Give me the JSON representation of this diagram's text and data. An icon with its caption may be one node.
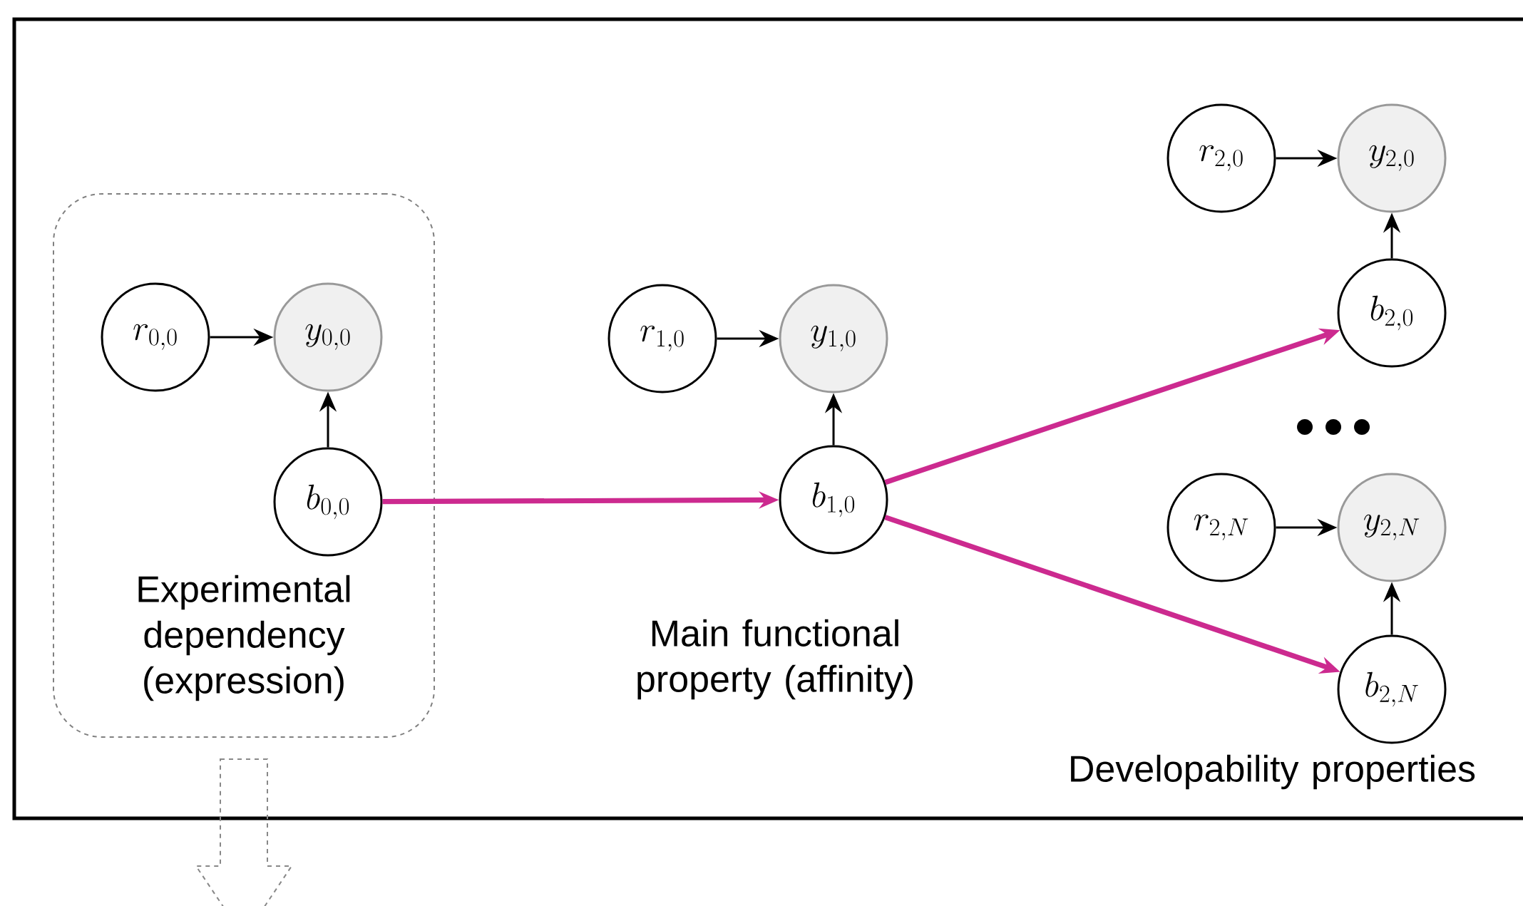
{
  "diagram": {
    "nodes": [
      {
        "text": [
          "Experimental dependency (expression)"
        ]
      },
      {
        "text": [
          "r_{0,0}"
        ],
        "in": 0
      },
      {
        "text": [
          "y_{0,0}"
        ],
        "in": 0
      },
      {
        "text": [
          "b_{0,0}"
        ],
        "in": 0
      },
      {
        "text": [
          "r_{1,0}"
        ]
      },
      {
        "text": [
          "y_{1,0}"
        ]
      },
      {
        "text": [
          "b_{1,0}"
        ]
      },
      {
        "text": [
          "r_{2,0}"
        ]
      },
      {
        "text": [
          "y_{2,0}"
        ]
      },
      {
        "text": [
          "b_{2,0}"
        ]
      },
      {
        "text": [
          "r_{2,N}"
        ]
      },
      {
        "text": [
          "y_{2,N}"
        ]
      },
      {
        "text": [
          "b_{2,N}"
        ]
      }
    ],
    "edges": [
      {
        "from": 1,
        "to": 2,
        "arrow": "to"
      },
      {
        "from": 3,
        "to": 2,
        "arrow": "to"
      },
      {
        "from": 3,
        "to": 6,
        "arrow": "to",
        "style": "thick",
        "color": "#cc2a8f"
      },
      {
        "from": 4,
        "to": 5,
        "arrow": "to"
      },
      {
        "from": 6,
        "to": 5,
        "arrow": "to"
      },
      {
        "from": 6,
        "to": 9,
        "arrow": "to",
        "style": "thick",
        "color": "#cc2a8f"
      },
      {
        "from": 6,
        "to": 12,
        "arrow": "to",
        "style": "thick",
        "color": "#cc2a8f"
      },
      {
        "from": 7,
        "to": 8,
        "arrow": "to"
      },
      {
        "from": 9,
        "to": 8,
        "arrow": "to"
      },
      {
        "from": 10,
        "to": 11,
        "arrow": "to"
      },
      {
        "from": 12,
        "to": 11,
        "arrow": "to"
      },
      {
        "from": 0,
        "to": null,
        "arrow": "to",
        "style": "dashed",
        "color": "#888888"
      }
    ],
    "labels": [
      "Main functional property (affinity)",
      "Developability properties"
    ]
  }
}
